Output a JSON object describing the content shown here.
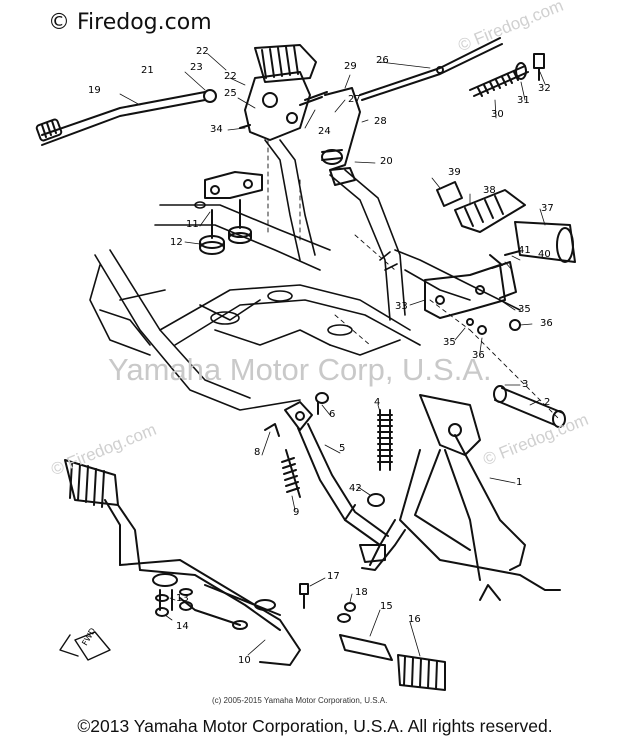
{
  "header": {
    "watermark": "© Firedog.com"
  },
  "watermarks": {
    "center": "Yamaha Motor Corp, U.S.A.",
    "tiles": [
      "© Firedog.com",
      "© Firedog.com",
      "© Firedog.com"
    ]
  },
  "diagram": {
    "fwd_label": "FWD",
    "inner_copyright": "(c) 2005-2015 Yamaha Motor Corporation, U.S.A.",
    "callouts": [
      "1",
      "2",
      "3",
      "4",
      "5",
      "6",
      "8",
      "9",
      "10",
      "11",
      "12",
      "13",
      "14",
      "15",
      "16",
      "17",
      "18",
      "19",
      "20",
      "21",
      "22",
      "22",
      "23",
      "24",
      "25",
      "26",
      "27",
      "28",
      "29",
      "30",
      "31",
      "32",
      "33",
      "34",
      "35",
      "35",
      "36",
      "36",
      "37",
      "38",
      "39",
      "40",
      "41",
      "42"
    ]
  },
  "footer": {
    "copyright": "©2013 Yamaha Motor Corporation, U.S.A. All rights reserved."
  },
  "colors": {
    "line": "#111111",
    "watermark": "#c9c9c9",
    "background": "#ffffff"
  }
}
